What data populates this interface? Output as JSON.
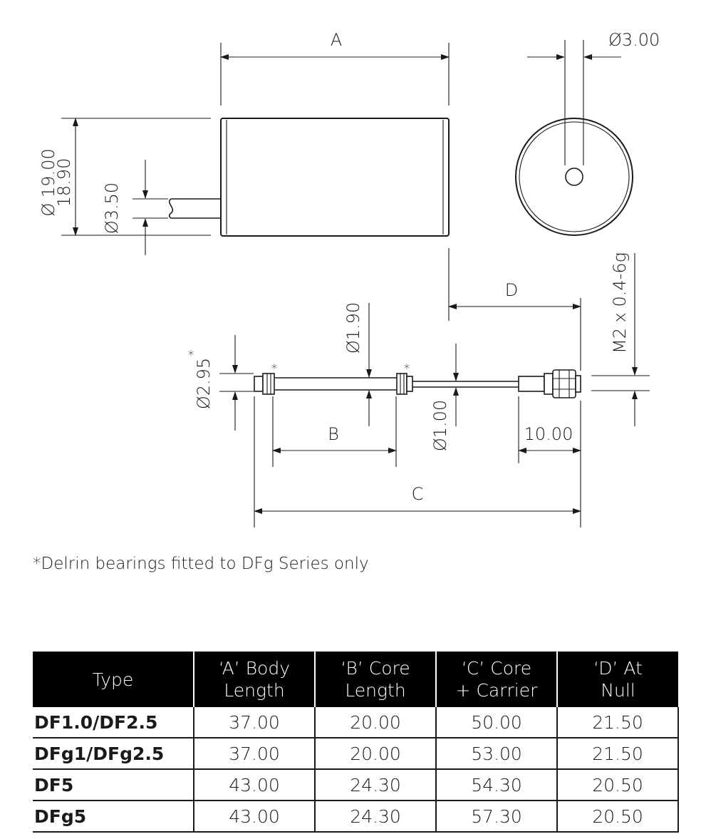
{
  "labels": {
    "a": "A",
    "b": "B",
    "c": "C",
    "d": "D",
    "dia_3_00": "Ø3.00",
    "dia_19_00": "Ø 19.00",
    "dia_18_90": "18.90",
    "dia_3_50": "Ø3.50",
    "dia_1_90": "Ø1.90",
    "dia_2_95": "Ø2.95",
    "dia_2_95_star": "*",
    "dia_1_00": "Ø1.00",
    "thread": "M2 x 0.4-6g",
    "len_10_00": "10.00",
    "bearing_star_left": "*",
    "bearing_star_right": "*"
  },
  "footnote": "*Delrin bearings fitted to DFg Series only",
  "table": {
    "headers": [
      [
        "Type"
      ],
      [
        "‘A’ Body",
        "Length"
      ],
      [
        "‘B’ Core",
        "Length"
      ],
      [
        "‘C’ Core",
        "+ Carrier"
      ],
      [
        "‘D’ At",
        "Null"
      ]
    ],
    "rows": [
      [
        "DF1.0/DF2.5",
        "37.00",
        "20.00",
        "50.00",
        "21.50"
      ],
      [
        "DFg1/DFg2.5",
        "37.00",
        "20.00",
        "53.00",
        "21.50"
      ],
      [
        "DF5",
        "43.00",
        "24.30",
        "54.30",
        "20.50"
      ],
      [
        "DFg5",
        "43.00",
        "24.30",
        "57.30",
        "20.50"
      ]
    ]
  }
}
